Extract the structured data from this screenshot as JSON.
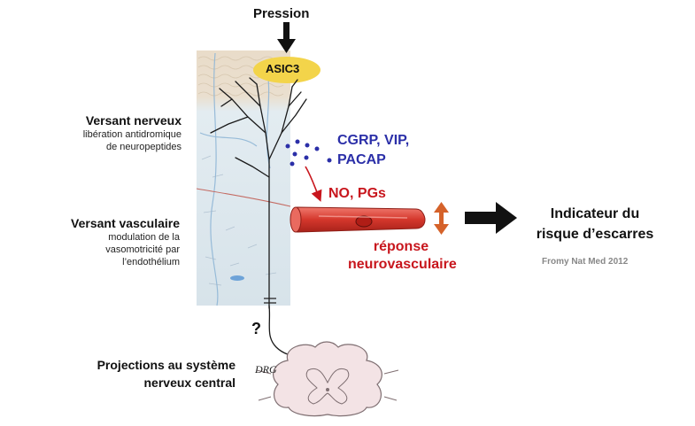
{
  "labels": {
    "pression": "Pression",
    "asic3": "ASIC3",
    "versant_nerveux": {
      "title": "Versant nerveux",
      "line1": "libération antidromique",
      "line2": "de neuropeptides"
    },
    "versant_vasculaire": {
      "title": "Versant vasculaire",
      "line1": "modulation de la",
      "line2": "vasomotricité par",
      "line3": "l’endothélium"
    },
    "neuropeptides": {
      "line1": "CGRP, VIP,",
      "line2": "PACAP"
    },
    "no_pgs": "NO, PGs",
    "reponse": {
      "line1": "réponse",
      "line2": "neurovasculaire"
    },
    "indicateur": {
      "line1": "Indicateur du",
      "line2": "risque d’escarres"
    },
    "citation": "Fromy Nat Med 2012",
    "question": "?",
    "drg": "DRG",
    "projections": {
      "line1": "Projections au système",
      "line2": "nerveux central"
    }
  },
  "colors": {
    "text": "#111111",
    "blue": "#2b2fa8",
    "red": "#c8161d",
    "asic": "#f3d44a",
    "vessel": "#d33a30",
    "arrow": "#111111",
    "tissue": "#dfe8ee",
    "spinal": "#f3e3e5"
  }
}
